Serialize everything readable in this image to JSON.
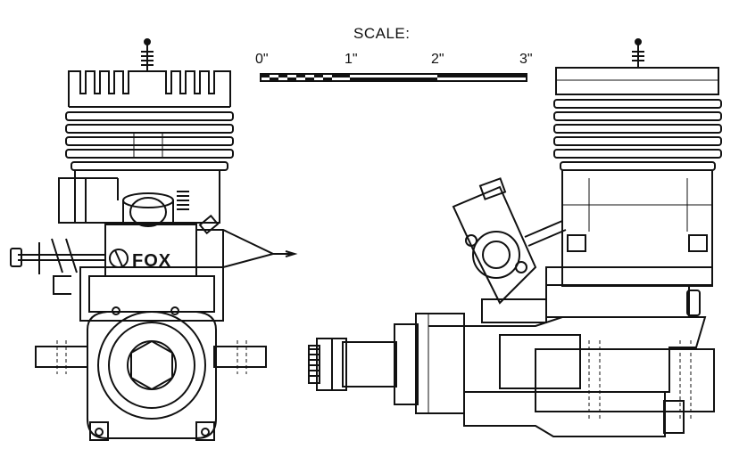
{
  "scale": {
    "title": "SCALE:",
    "ticks": [
      "0\"",
      "1\"",
      "2\"",
      "3\""
    ]
  },
  "front_view": {
    "brand_label": "FOX"
  },
  "colors": {
    "ink": "#111111",
    "paper": "#ffffff"
  }
}
